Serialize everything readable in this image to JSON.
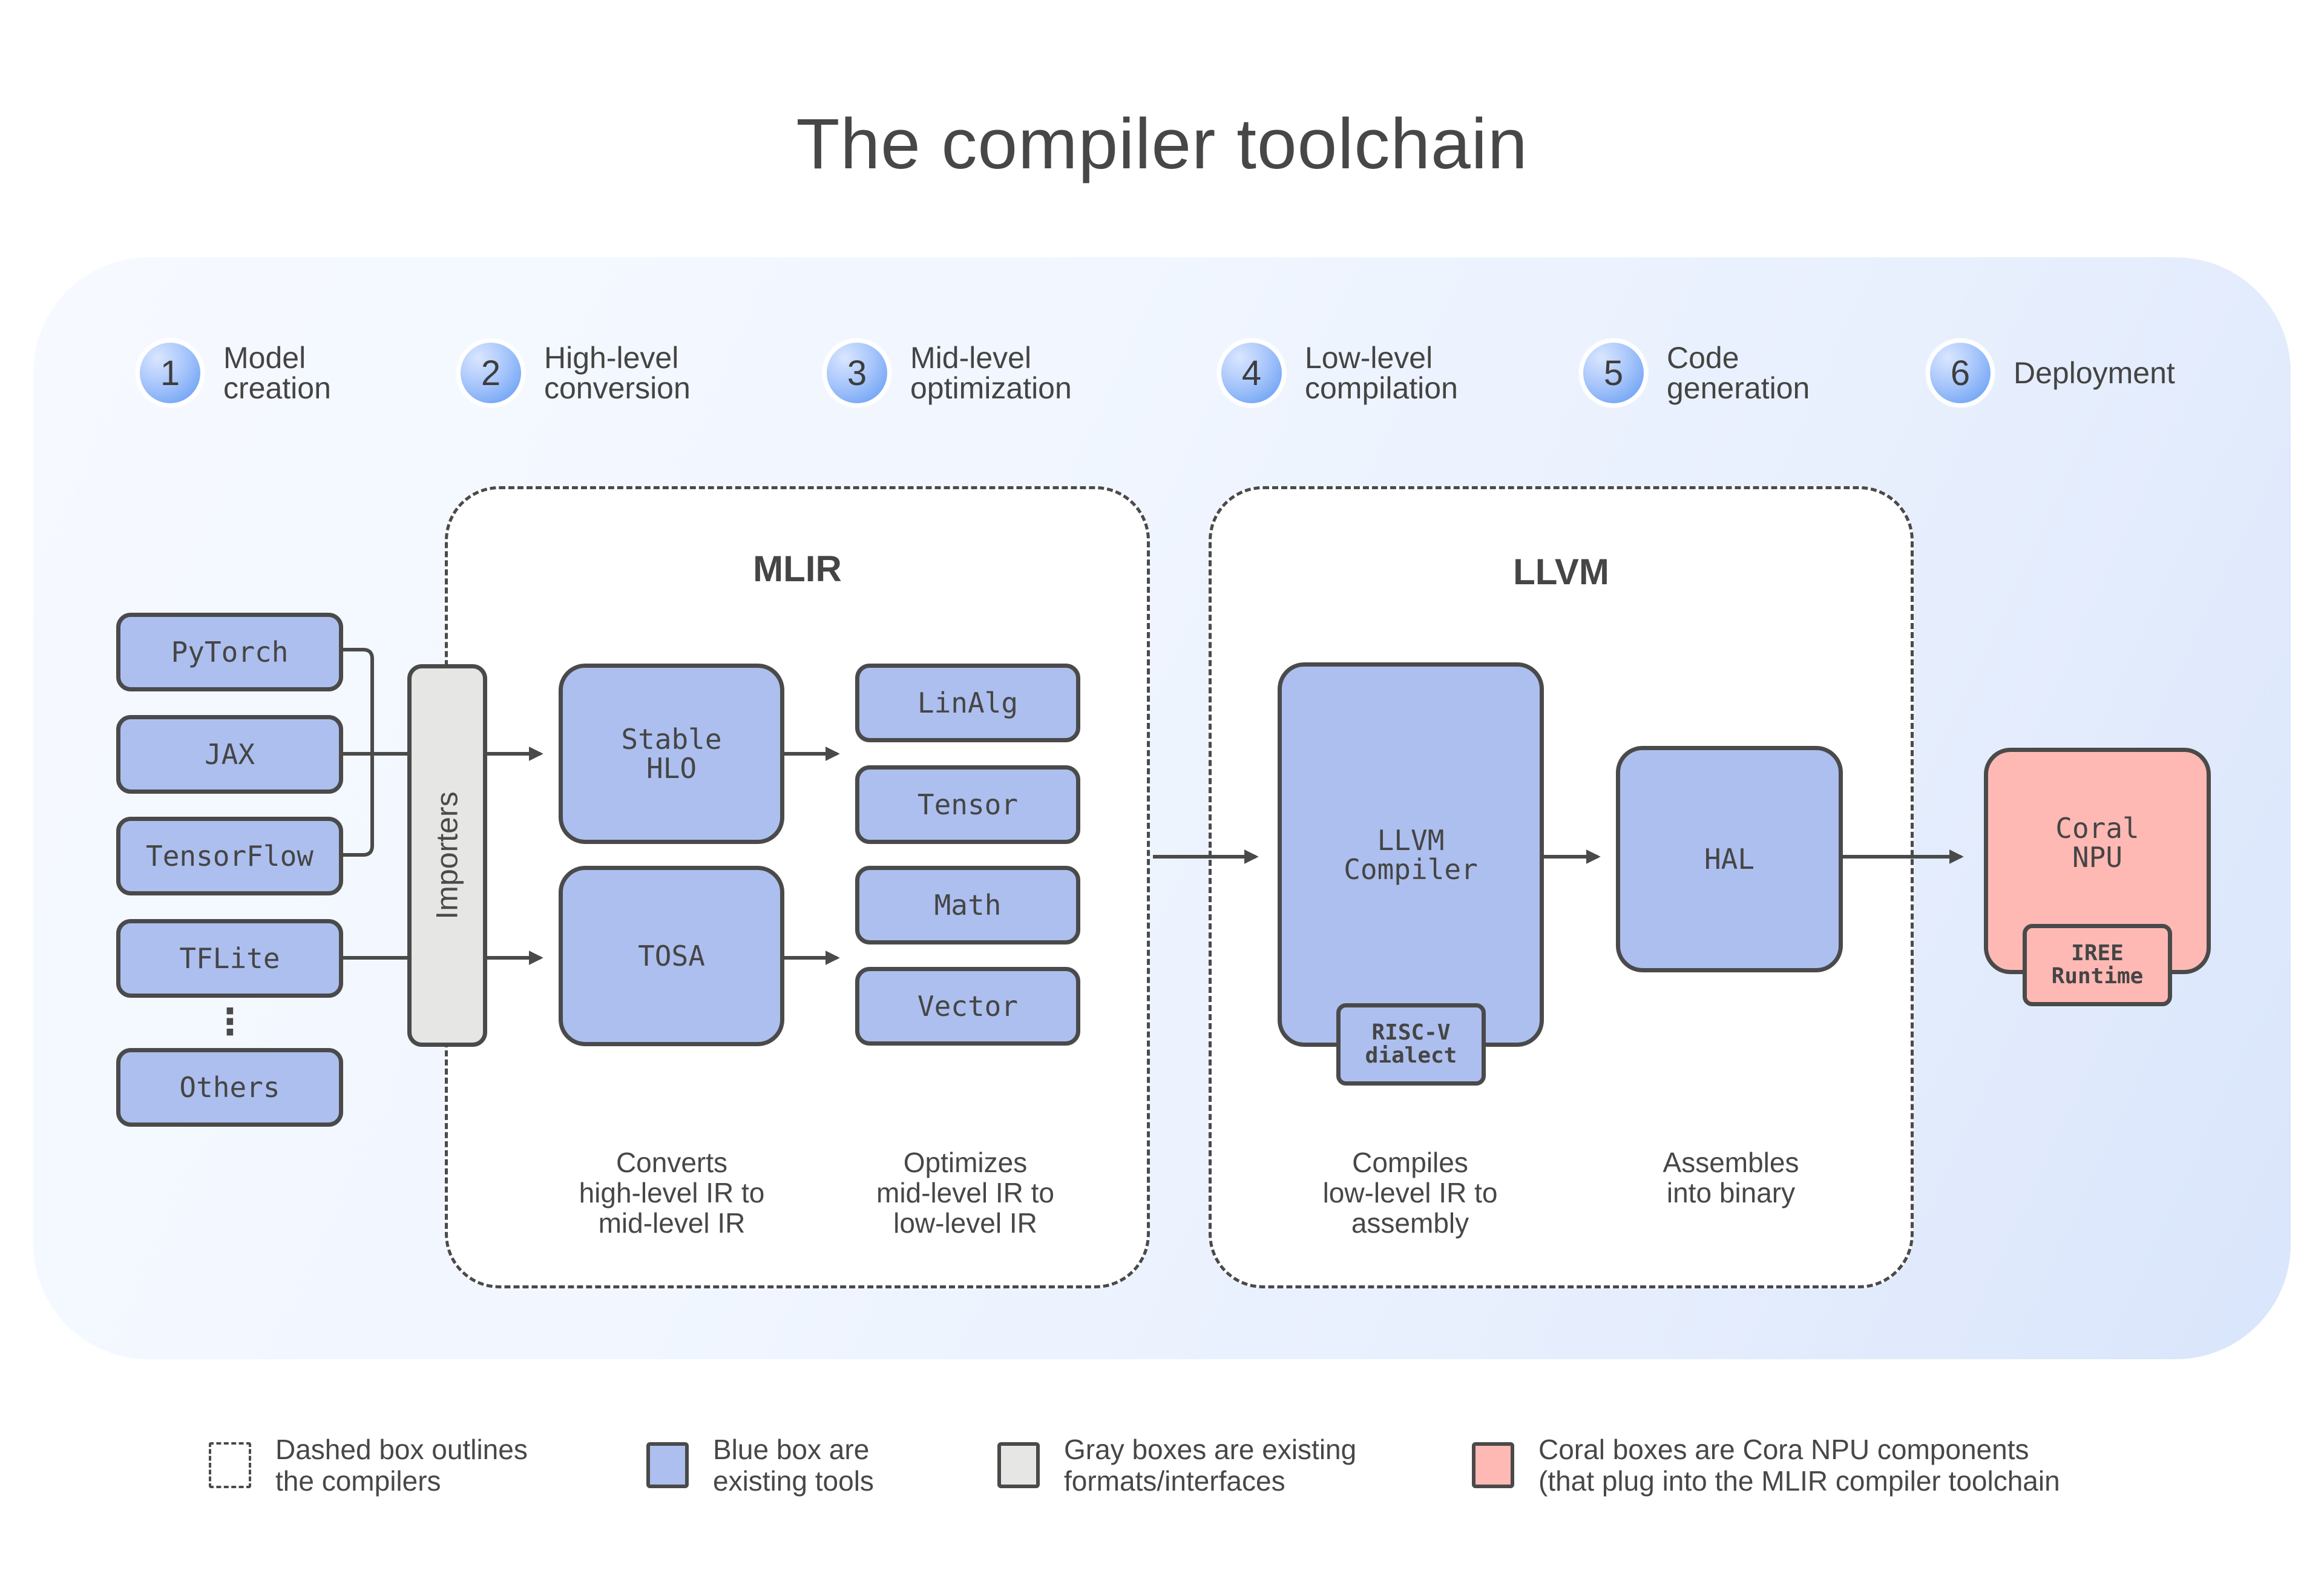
{
  "title": "The compiler toolchain",
  "stages": [
    {
      "number": "1",
      "label": "Model\ncreation"
    },
    {
      "number": "2",
      "label": "High-level\nconversion"
    },
    {
      "number": "3",
      "label": "Mid-level\noptimization"
    },
    {
      "number": "4",
      "label": "Low-level\ncompilation"
    },
    {
      "number": "5",
      "label": "Code\ngeneration"
    },
    {
      "number": "6",
      "label": "Deployment"
    }
  ],
  "frameworks": [
    "PyTorch",
    "JAX",
    "TensorFlow",
    "TFLite",
    "Others"
  ],
  "ellipsis": "⋮",
  "importers": "Importers",
  "mlir": {
    "title": "MLIR",
    "high_level": [
      "Stable\nHLO",
      "TOSA"
    ],
    "dialects": [
      "LinAlg",
      "Tensor",
      "Math",
      "Vector"
    ],
    "captions": [
      "Converts\nhigh-level IR to\nmid-level IR",
      "Optimizes\nmid-level IR to\nlow-level IR"
    ]
  },
  "llvm": {
    "title": "LLVM",
    "compiler": "LLVM\nCompiler",
    "dialect": "RISC-V\ndialect",
    "hal": "HAL",
    "captions": [
      "Compiles\nlow-level IR to\nassembly",
      "Assembles\ninto binary"
    ]
  },
  "deployment": {
    "target": "Coral\nNPU",
    "runtime": "IREE\nRuntime"
  },
  "legend": [
    {
      "type": "dashed",
      "text": "Dashed box outlines\nthe compilers"
    },
    {
      "type": "blue",
      "text": "Blue box are\nexisting tools"
    },
    {
      "type": "gray",
      "text": "Gray boxes are existing\nformats/interfaces"
    },
    {
      "type": "coral",
      "text": "Coral boxes are Cora NPU components\n(that plug into the MLIR compiler toolchain"
    }
  ],
  "colors": {
    "blue_box": "#adbfee",
    "gray_box": "#e6e6e4",
    "coral_box": "#ffb9b4",
    "outline": "#4a4a4a",
    "step_circle": "#5c98f2"
  }
}
